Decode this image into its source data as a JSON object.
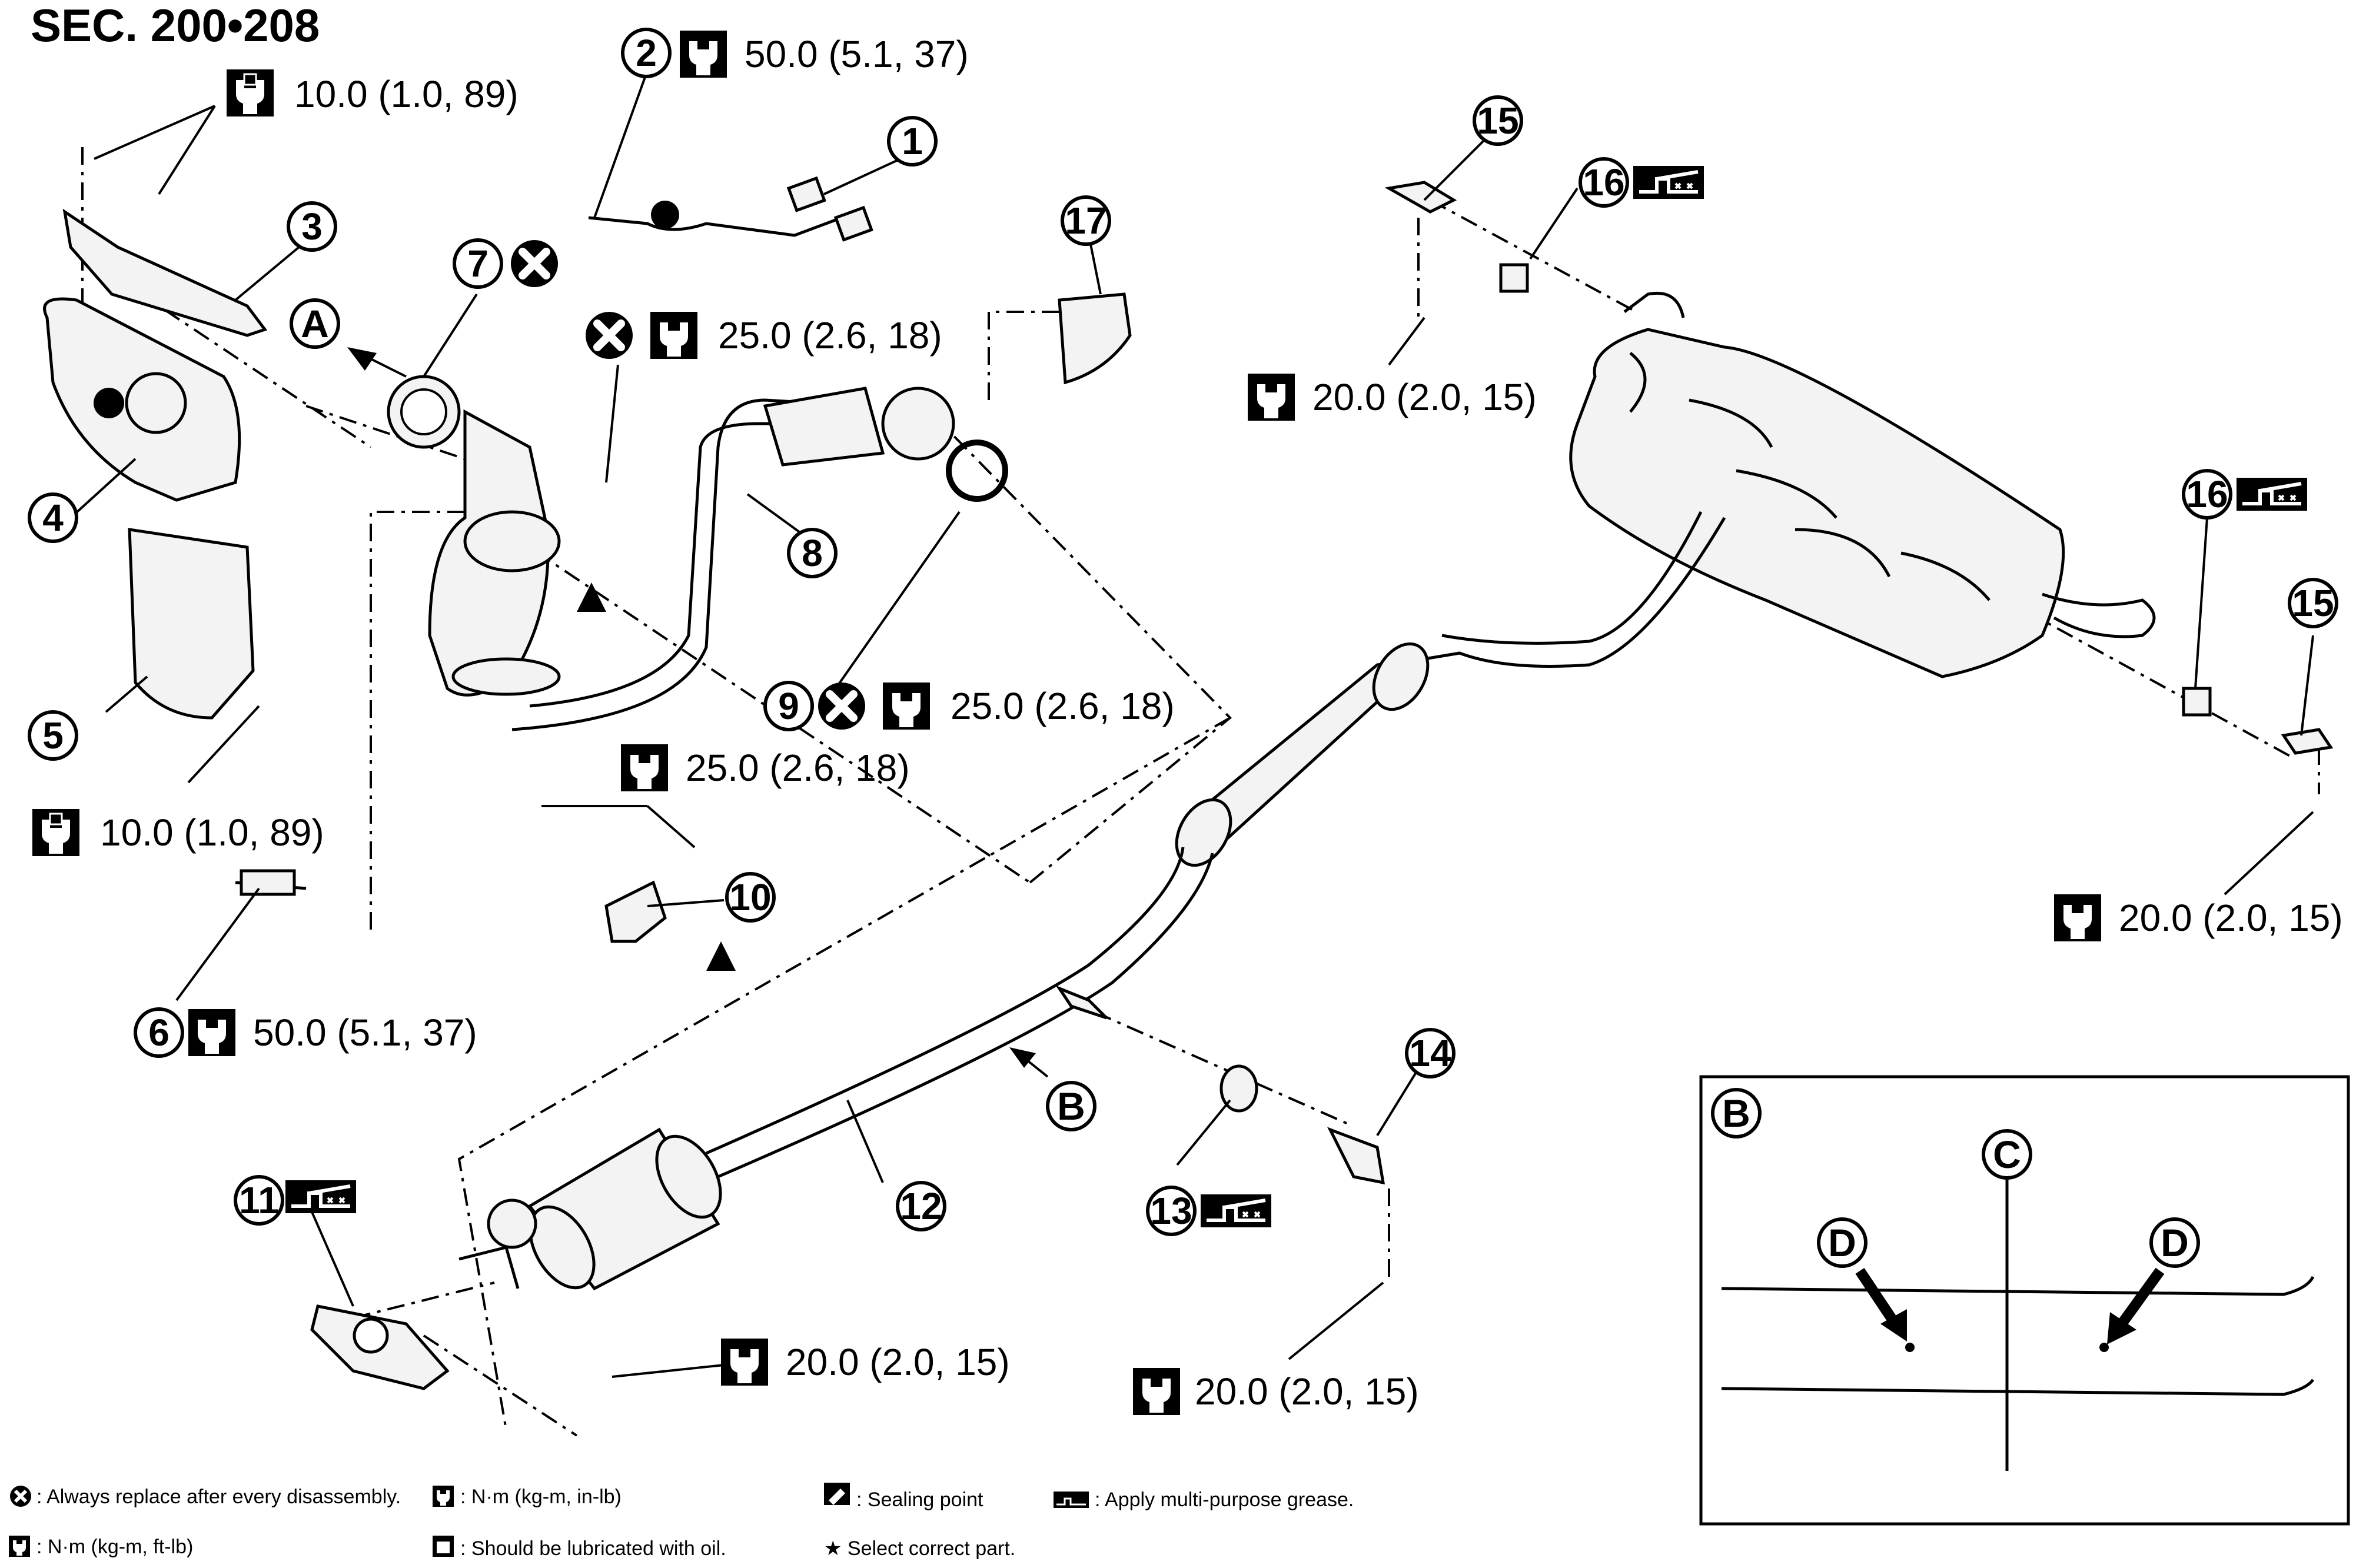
{
  "title": "SEC. 200•208",
  "torque_specs": {
    "t_top_left": "10.0 (1.0, 89)",
    "t_item2": "50.0 (5.1, 37)",
    "t_stud": "25.0 (2.6, 18)",
    "t_item9": "25.0 (2.6, 18)",
    "t_bracket": "25.0 (2.6, 18)",
    "t_left_lower": "10.0 (1.0, 89)",
    "t_item6": "50.0 (5.1, 37)",
    "t_upper_mid": "20.0 (2.0, 15)",
    "t_right": "20.0 (2.0, 15)",
    "t_bottom_mid": "20.0 (2.0, 15)",
    "t_bottom_right": "20.0 (2.0, 15)"
  },
  "part_numbers": {
    "p1": "1",
    "p2": "2",
    "p3": "3",
    "p4": "4",
    "p5": "5",
    "p6": "6",
    "p7": "7",
    "p8": "8",
    "p9": "9",
    "p10": "10",
    "p11": "11",
    "p12": "12",
    "p13": "13",
    "p14": "14",
    "p15a": "15",
    "p15b": "15",
    "p16a": "16",
    "p16b": "16",
    "p17": "17"
  },
  "view_callouts": {
    "a": "A",
    "b": "B"
  },
  "detail_view": {
    "label_b": "B",
    "label_c": "C",
    "label_d1": "D",
    "label_d2": "D"
  },
  "legend": {
    "replace": ": Always replace after every disassembly.",
    "nm_kgm_inlb": ": N·m (kg-m, in-lb)",
    "sealing": ": Sealing point",
    "grease": ": Apply multi-purpose grease.",
    "nm_kgm_ftlb": ": N·m (kg-m, ft-lb)",
    "lubricated": ": Should be lubricated with oil.",
    "select_part": "★ Select correct part."
  }
}
